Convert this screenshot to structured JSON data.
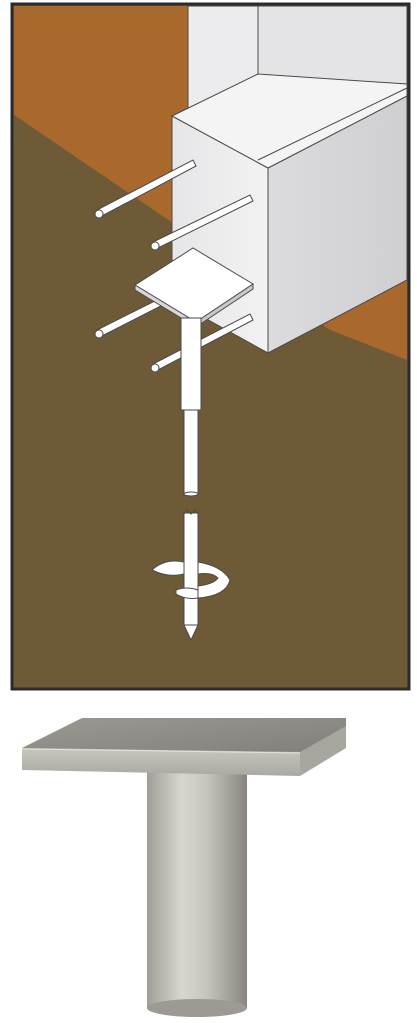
{
  "illustration": {
    "subject": "helical-pier-foundation-bracket-diagram",
    "colors": {
      "upper_soil": "#a9692c",
      "lower_soil": "#6f5a38",
      "frame_border": "#2b2b2b",
      "concrete_light": "#efeff0",
      "concrete_mid": "#e2e2e4",
      "concrete_shadow": "#d4d4d6",
      "steel": "#ffffff",
      "outline": "#4a4a4a"
    },
    "components": [
      "foundation-wall",
      "rebar-dowels",
      "bearing-plate",
      "pier-shaft",
      "helical-flights"
    ]
  },
  "product_photo": {
    "subject": "steel-bearing-plate-cap",
    "colors": {
      "plate_top": "#8e8e88",
      "plate_edge": "#b9b8b1",
      "tube_light": "#d6d4cc",
      "tube_dark": "#8f8d86",
      "background": "#ffffff"
    }
  }
}
